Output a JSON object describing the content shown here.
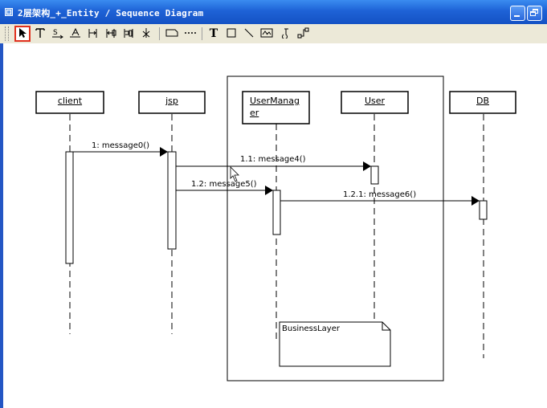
{
  "window": {
    "title": "2层架构_+_Entity / Sequence Diagram"
  },
  "toolbar": {
    "tools": [
      {
        "name": "select-tool",
        "icon": "arrow-pointer-icon",
        "selected": true
      },
      {
        "name": "object-tool",
        "icon": "lifeline-icon"
      },
      {
        "name": "message-tool",
        "icon": "message-arrow-icon"
      },
      {
        "name": "return-tool",
        "icon": "return-arrow-icon"
      },
      {
        "name": "create-tool",
        "icon": "create-message-icon"
      },
      {
        "name": "destroy-tool",
        "icon": "destroy-message-icon"
      },
      {
        "name": "self-message-tool",
        "icon": "self-message-icon"
      },
      {
        "name": "terminate-tool",
        "icon": "terminate-icon"
      },
      {
        "name": "note-tool",
        "icon": "note-icon"
      },
      {
        "name": "anchor-tool",
        "icon": "dashed-line-icon"
      },
      {
        "name": "text-tool",
        "icon": "text-icon",
        "label": "T"
      },
      {
        "name": "rectangle-tool",
        "icon": "rectangle-icon"
      },
      {
        "name": "line-tool",
        "icon": "line-icon"
      },
      {
        "name": "image-tool",
        "icon": "image-icon"
      },
      {
        "name": "hook-tool",
        "icon": "hook-icon"
      },
      {
        "name": "connector-tool",
        "icon": "connector-icon"
      }
    ]
  },
  "diagram": {
    "objects": [
      {
        "id": "client",
        "label": "client"
      },
      {
        "id": "jsp",
        "label": "jsp"
      },
      {
        "id": "usermanager",
        "label": "UserManager",
        "label_line1": "UserManag",
        "label_line2": "er"
      },
      {
        "id": "user",
        "label": "User"
      },
      {
        "id": "db",
        "label": "DB"
      }
    ],
    "messages": [
      {
        "label": "1: message0()",
        "from": "client",
        "to": "jsp"
      },
      {
        "label": "1.1: message4()",
        "from": "jsp",
        "to": "user"
      },
      {
        "label": "1.2: message5()",
        "from": "jsp",
        "to": "usermanager"
      },
      {
        "label": "1.2.1: message6()",
        "from": "usermanager",
        "to": "db"
      }
    ],
    "package": {
      "label": ""
    },
    "note": {
      "label": "BusinessLayer"
    }
  },
  "colors": {
    "title_bar": "#1e62d6",
    "toolbar": "#ece9d8",
    "canvas": "#ffffff",
    "selected_tool_border": "#e0301e",
    "line": "#000000"
  }
}
